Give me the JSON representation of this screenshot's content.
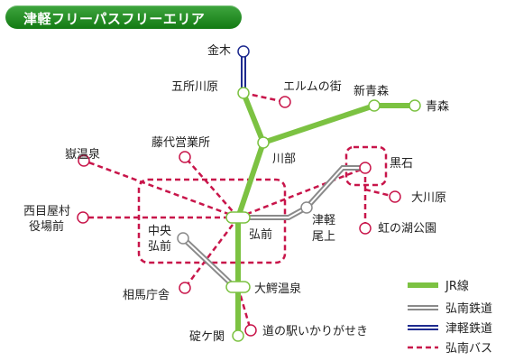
{
  "title": "津軽フリーパスフリーエリア",
  "colors": {
    "jr": "#7cc242",
    "konan_rail": "#9a9a9a",
    "tsugaru_rail": "#1e2b8f",
    "konan_bus": "#c8154a",
    "title_bg": "#1e8a1e"
  },
  "stations": {
    "kanagi": "金木",
    "goshogawara": "五所川原",
    "elm": "エルムの街",
    "shin_aomori": "新青森",
    "aomori": "青森",
    "fujishiro": "藤代営業所",
    "kawabe": "川部",
    "dake": "嶽温泉",
    "kuroishi": "黒石",
    "owani_hara": "大川原",
    "nishimeya": "西目屋村",
    "nishimeya2": "役場前",
    "tsugaru_onoe": "津軽",
    "tsugaru_onoe2": "尾上",
    "hirosaki": "弘前",
    "chuo": "中央",
    "chuo2": "弘前",
    "niji": "虹の湖公園",
    "soma": "相馬庁舎",
    "owani_onsen": "大鰐温泉",
    "ikarigaseki": "碇ケ関",
    "michinoeki": "道の駅いかりがせき"
  },
  "legend": {
    "jr": "JR線",
    "konan_rail": "弘南鉄道",
    "tsugaru_rail": "津軽鉄道",
    "konan_bus": "弘南バス"
  }
}
